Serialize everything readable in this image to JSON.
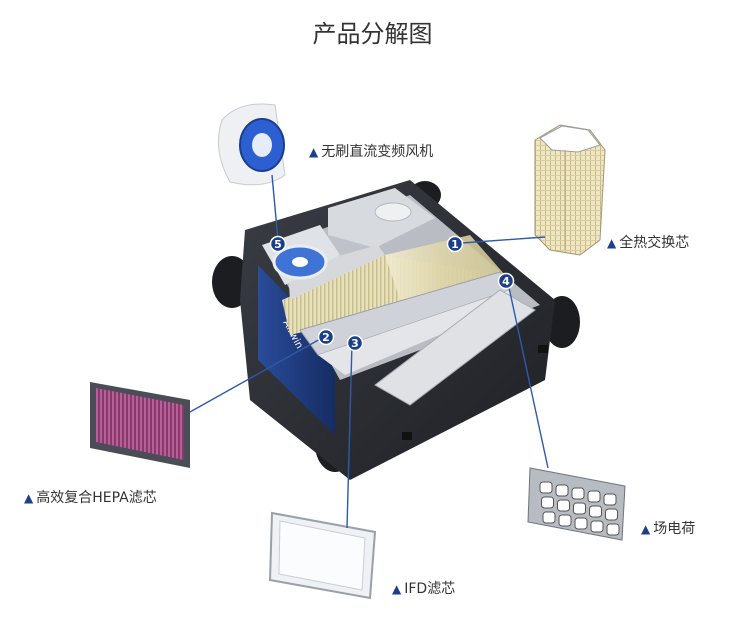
{
  "title": "产品分解图",
  "components": [
    {
      "num": "1",
      "label": "全热交换芯"
    },
    {
      "num": "2",
      "label": "高效复合HEPA滤芯"
    },
    {
      "num": "3",
      "label": "IFD滤芯"
    },
    {
      "num": "4",
      "label": "场电荷"
    },
    {
      "num": "5",
      "label": "无刷直流变频风机"
    }
  ],
  "brand_mark": "Airwin",
  "marker_symbol": "▲",
  "colors": {
    "accent": "#1a3f8c",
    "unit_body": "#2a2c31",
    "panel_blue": "#1f3a7a",
    "leader_line": "#2f5aa8"
  }
}
